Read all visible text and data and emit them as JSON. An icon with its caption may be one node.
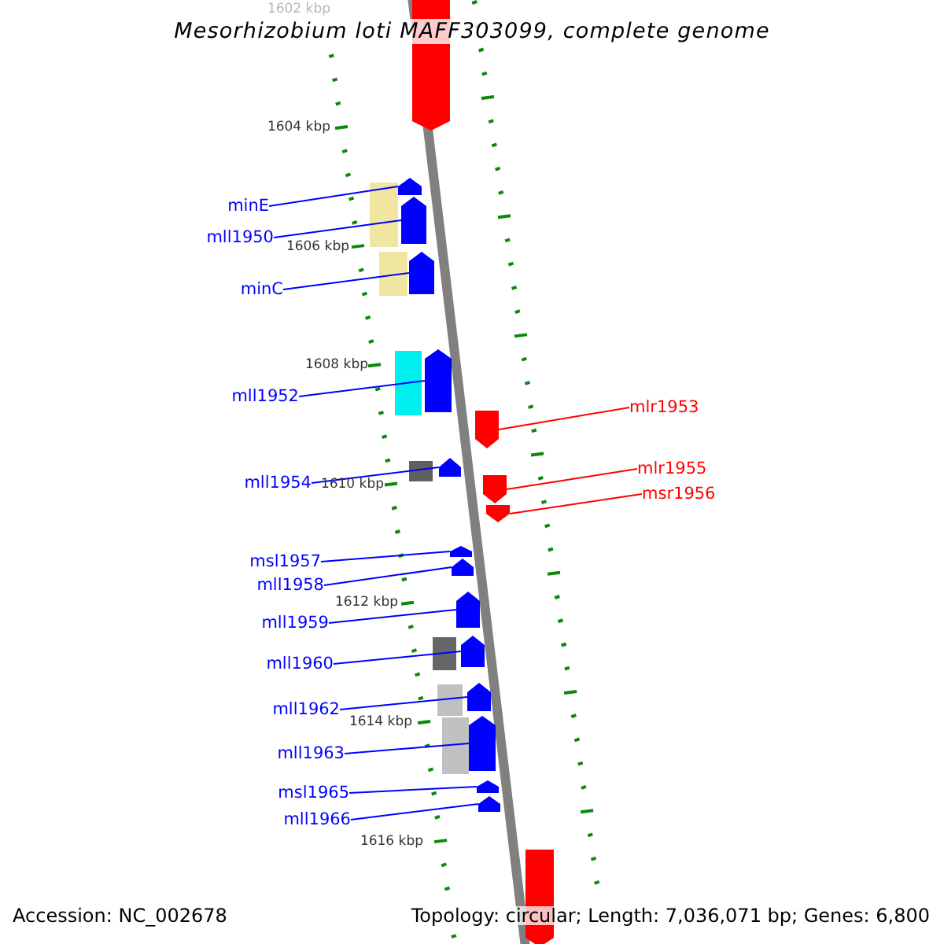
{
  "diagram": {
    "title": "Mesorhizobium loti MAFF303099, complete genome",
    "nodes": [
      {
        "text": [
          "minE"
        ]
      },
      {
        "text": [
          "mll1950"
        ]
      },
      {
        "text": [
          "minC"
        ]
      },
      {
        "text": [
          "mll1952"
        ]
      },
      {
        "text": [
          "mlr1953"
        ]
      },
      {
        "text": [
          "mll1954"
        ]
      },
      {
        "text": [
          "mlr1955"
        ]
      },
      {
        "text": [
          "msr1956"
        ]
      },
      {
        "text": [
          "msl1957"
        ]
      },
      {
        "text": [
          "mll1958"
        ]
      },
      {
        "text": [
          "mll1959"
        ]
      },
      {
        "text": [
          "mll1960"
        ]
      },
      {
        "text": [
          "mll1962"
        ]
      },
      {
        "text": [
          "mll1963"
        ]
      },
      {
        "text": [
          "msl1965"
        ]
      },
      {
        "text": [
          "mll1966"
        ]
      },
      {
        "text": [],
        "shape": "pentagon"
      },
      {
        "text": [],
        "shape": "pentagon"
      },
      {
        "text": [],
        "shape": "pentagon"
      },
      {
        "text": [],
        "shape": "pentagon"
      },
      {
        "text": [],
        "shape": "pentagon"
      },
      {
        "text": [],
        "shape": "pentagon"
      },
      {
        "text": [],
        "shape": "pentagon"
      },
      {
        "text": [],
        "shape": "pentagon"
      },
      {
        "text": [],
        "shape": "pentagon"
      },
      {
        "text": [],
        "shape": "pentagon"
      },
      {
        "text": [],
        "shape": "pentagon"
      },
      {
        "text": [],
        "shape": "pentagon"
      },
      {
        "text": [],
        "shape": "pentagon"
      },
      {
        "text": [],
        "shape": "pentagon"
      },
      {
        "text": [],
        "shape": "pentagon"
      },
      {
        "text": [],
        "shape": "pentagon"
      },
      {
        "text": [],
        "shape": "pentagon"
      },
      {
        "text": [],
        "shape": "pentagon"
      }
    ],
    "edges": [
      {
        "from": 0,
        "to": 17,
        "arrow": "none"
      },
      {
        "from": 1,
        "to": 18,
        "arrow": "none"
      },
      {
        "from": 2,
        "to": 19,
        "arrow": "none"
      },
      {
        "from": 3,
        "to": 20,
        "arrow": "none"
      },
      {
        "from": 4,
        "to": 21,
        "arrow": "none",
        "color": "#ff0000"
      },
      {
        "from": 5,
        "to": 22,
        "arrow": "none"
      },
      {
        "from": 6,
        "to": 23,
        "arrow": "none",
        "color": "#ff0000"
      },
      {
        "from": 7,
        "to": 24,
        "arrow": "none",
        "color": "#ff0000"
      },
      {
        "from": 8,
        "to": 25,
        "arrow": "none"
      },
      {
        "from": 9,
        "to": 26,
        "arrow": "none"
      },
      {
        "from": 10,
        "to": 27,
        "arrow": "none"
      },
      {
        "from": 11,
        "to": 28,
        "arrow": "none"
      },
      {
        "from": 12,
        "to": 29,
        "arrow": "none"
      },
      {
        "from": 13,
        "to": 30,
        "arrow": "none"
      },
      {
        "from": 14,
        "to": 31,
        "arrow": "none"
      },
      {
        "from": 15,
        "to": 32,
        "arrow": "none"
      }
    ],
    "labels": [
      "1602 kbp",
      "1604 kbp",
      "1606 kbp",
      "1608 kbp",
      "1610 kbp",
      "1612 kbp",
      "1614 kbp",
      "1616 kbp",
      "Accession: NC_002678",
      "Topology: circular; Length: 7,036,071 bp; Genes: 6,800"
    ]
  }
}
